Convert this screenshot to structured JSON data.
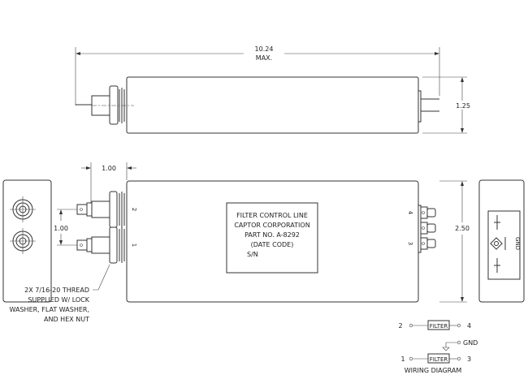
{
  "top_view": {
    "length_dim": "10.24",
    "length_note": "MAX.",
    "height_dim": "1.25"
  },
  "front_view": {
    "spacing_dim_horizontal": "1.00",
    "spacing_dim_vertical": "1.00",
    "height_dim": "2.50",
    "left_pins": [
      "2",
      "1"
    ],
    "right_terminals": [
      "4",
      "3"
    ],
    "label_lines": [
      "FILTER CONTROL LINE",
      "CAPTOR CORPORATION",
      "PART NO. A-8292",
      "(DATE CODE)",
      "S/N"
    ],
    "thread_note": [
      "2X 7/16-20 THREAD",
      "SUPPLIED W/ LOCK",
      "WASHER, FLAT WASHER,",
      "AND HEX NUT"
    ]
  },
  "end_view_right": {
    "gnd_label": "GND"
  },
  "wiring_diagram": {
    "title": "WIRING DIAGRAM",
    "rows": [
      {
        "in": "2",
        "box": "FILTER",
        "out": "4"
      },
      {
        "in": "1",
        "box": "FILTER",
        "out": "3"
      }
    ],
    "gnd_label": "GND"
  }
}
